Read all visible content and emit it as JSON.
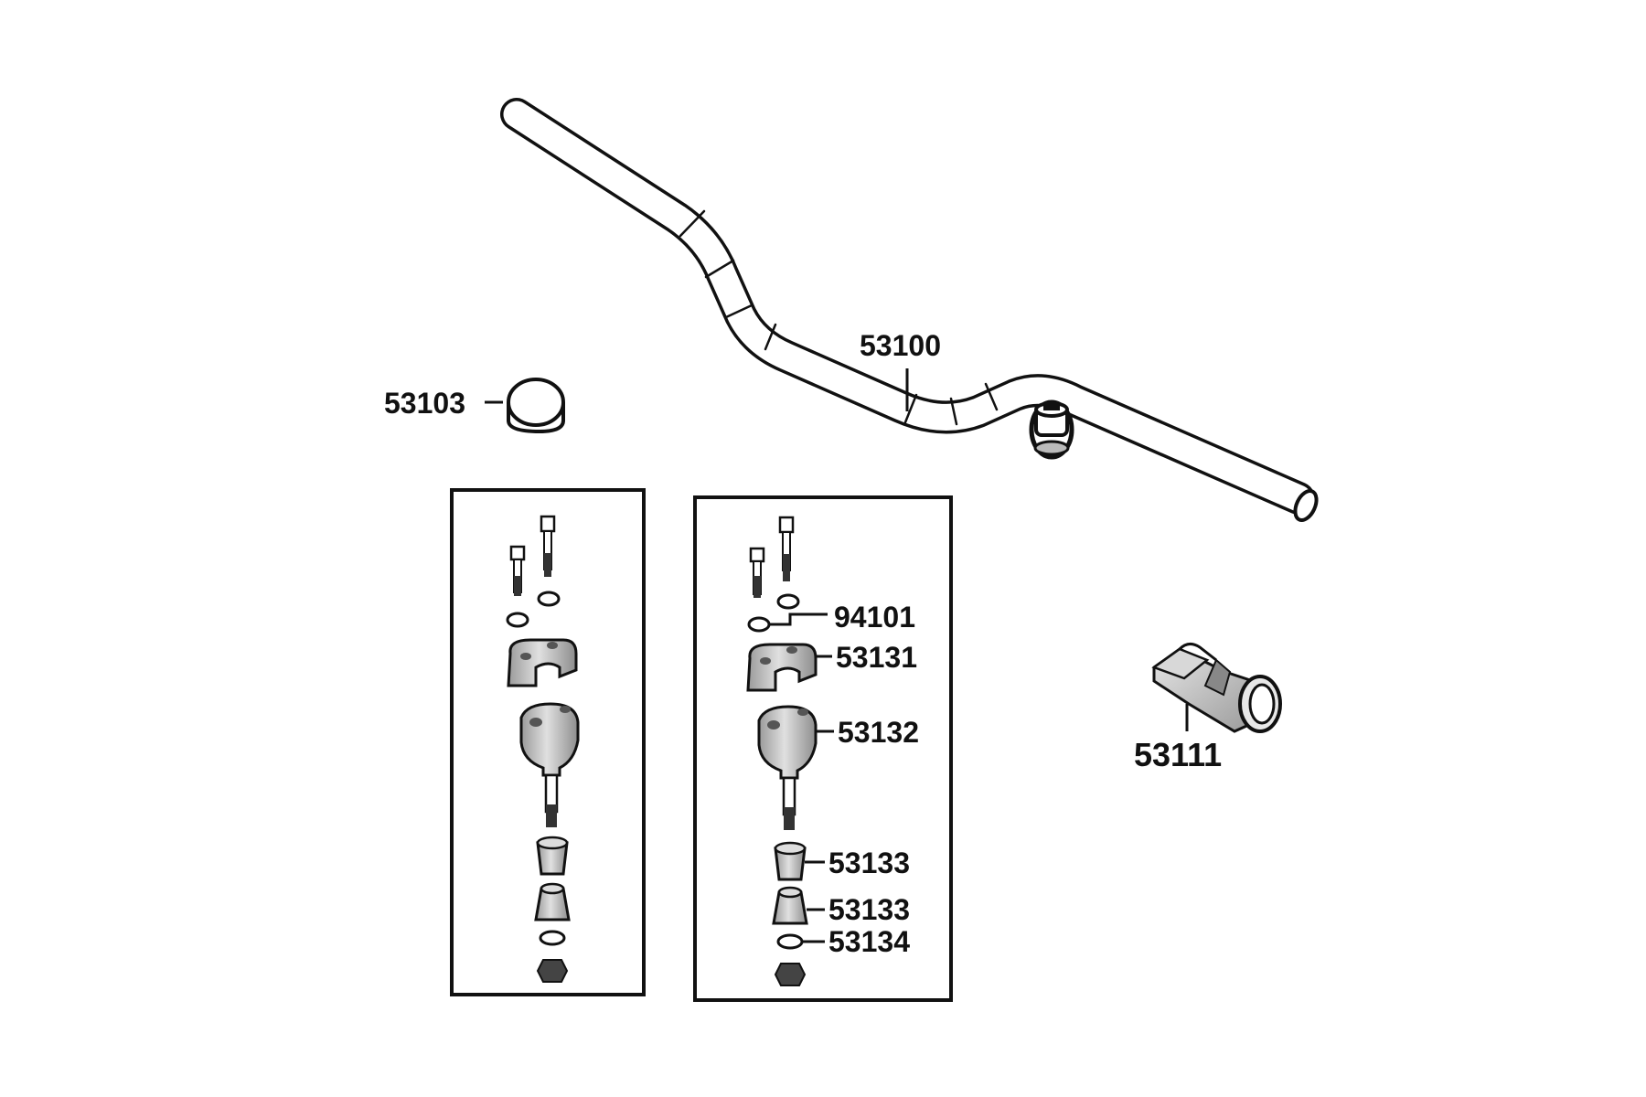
{
  "parts": {
    "p53100": "53100",
    "p53103": "53103",
    "p94101": "94101",
    "p53131": "53131",
    "p53132": "53132",
    "p53133_upper": "53133",
    "p53133_lower": "53133",
    "p53134": "53134",
    "p53111": "53111"
  },
  "colors": {
    "line": "#111111",
    "part_fill": "#bdbdbd",
    "background": "#ffffff"
  }
}
